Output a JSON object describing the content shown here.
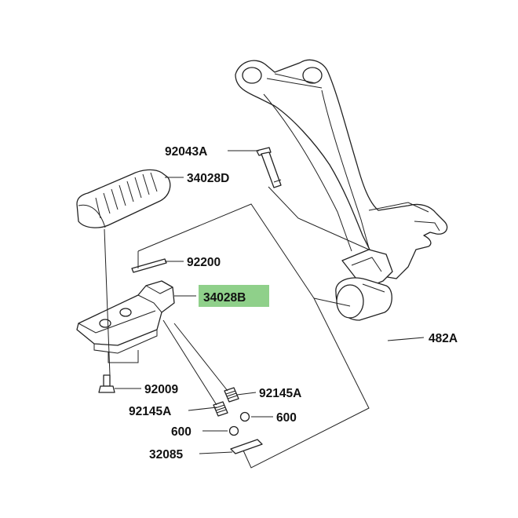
{
  "diagram": {
    "highlight_color": "#8fd08a",
    "labels": {
      "p92043A": "92043A",
      "p34028D": "34028D",
      "p92200": "92200",
      "p34028B": "34028B",
      "p482A": "482A",
      "p92009": "92009",
      "p92145A_right": "92145A",
      "p92145A_left": "92145A",
      "p600_right": "600",
      "p600_left": "600",
      "p32085": "32085"
    }
  }
}
